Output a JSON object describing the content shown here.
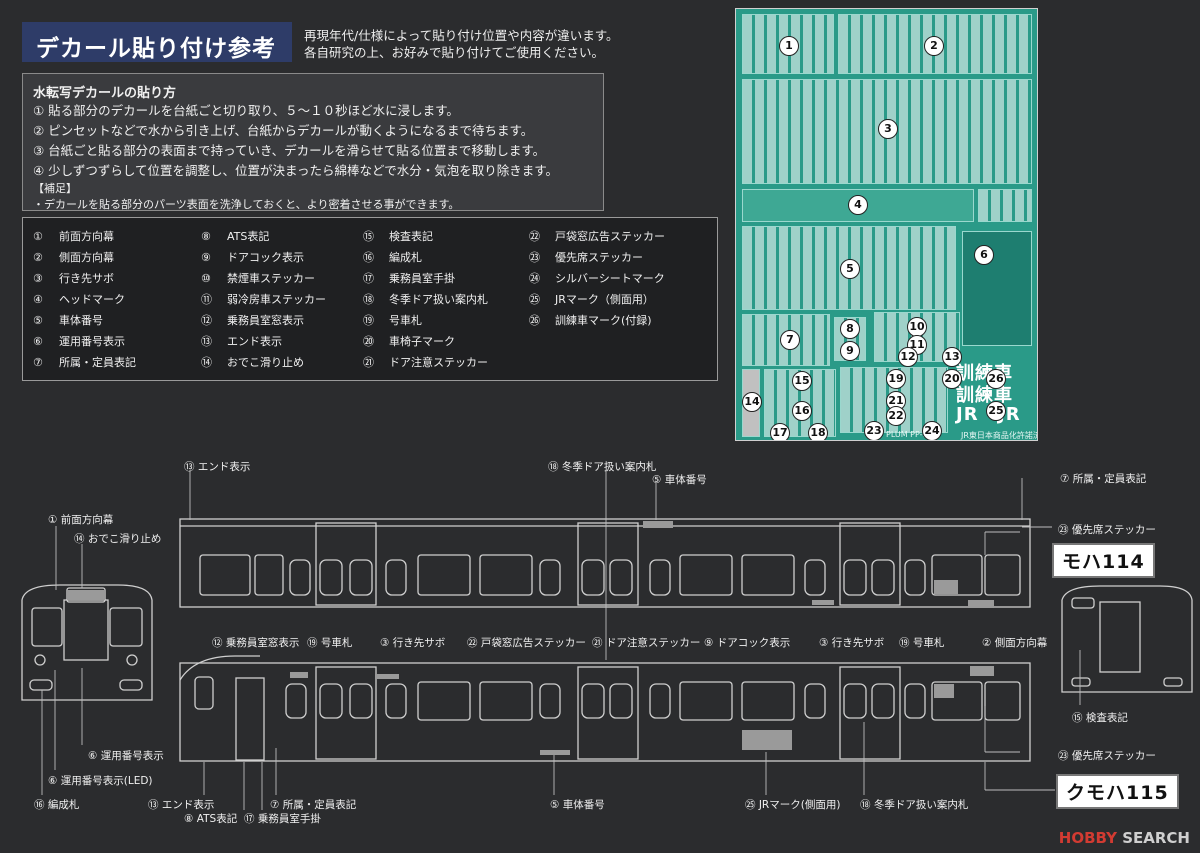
{
  "header": {
    "title": "デカール貼り付け参考",
    "note_line1": "再現年代/仕様によって貼り付け位置や内容が違います。",
    "note_line2": "各自研究の上、お好みで貼り付けてご使用ください。"
  },
  "instructions": {
    "heading": "水転写デカールの貼り方",
    "steps": [
      "① 貼る部分のデカールを台紙ごと切り取り、５～１０秒ほど水に浸します。",
      "② ピンセットなどで水から引き上げ、台紙からデカールが動くようになるまで待ちます。",
      "③ 台紙ごと貼る部分の表面まで持っていき、デカールを滑らせて貼る位置まで移動します。",
      "④ 少しずつずらして位置を調整し、位置が決まったら綿棒などで水分・気泡を取り除きます。"
    ],
    "supplement_label": "【補足】",
    "supplement": "・デカールを貼る部分のパーツ表面を洗浄しておくと、より密着させる事ができます。"
  },
  "legend": [
    {
      "num": "①",
      "label": "前面方向幕"
    },
    {
      "num": "②",
      "label": "側面方向幕"
    },
    {
      "num": "③",
      "label": "行き先サボ"
    },
    {
      "num": "④",
      "label": "ヘッドマーク"
    },
    {
      "num": "⑤",
      "label": "車体番号"
    },
    {
      "num": "⑥",
      "label": "運用番号表示"
    },
    {
      "num": "⑦",
      "label": "所属・定員表記"
    },
    {
      "num": "⑧",
      "label": "ATS表記"
    },
    {
      "num": "⑨",
      "label": "ドアコック表示"
    },
    {
      "num": "⑩",
      "label": "禁煙車ステッカー"
    },
    {
      "num": "⑪",
      "label": "弱冷房車ステッカー"
    },
    {
      "num": "⑫",
      "label": "乗務員室窓表示"
    },
    {
      "num": "⑬",
      "label": "エンド表示"
    },
    {
      "num": "⑭",
      "label": "おでこ滑り止め"
    },
    {
      "num": "⑮",
      "label": "検査表記"
    },
    {
      "num": "⑯",
      "label": "編成札"
    },
    {
      "num": "⑰",
      "label": "乗務員室手掛"
    },
    {
      "num": "⑱",
      "label": "冬季ドア扱い案内札"
    },
    {
      "num": "⑲",
      "label": "号車札"
    },
    {
      "num": "⑳",
      "label": "車椅子マーク"
    },
    {
      "num": "㉑",
      "label": "ドア注意ステッカー"
    },
    {
      "num": "㉒",
      "label": "戸袋窓広告ステッカー"
    },
    {
      "num": "㉓",
      "label": "優先席ステッカー"
    },
    {
      "num": "㉔",
      "label": "シルバーシートマーク"
    },
    {
      "num": "㉕",
      "label": "JRマーク（側面用）"
    },
    {
      "num": "㉖",
      "label": "訓練車マーク(付録)"
    }
  ],
  "decal_sheet": {
    "circles": [
      "1",
      "2",
      "3",
      "4",
      "5",
      "6",
      "7",
      "8",
      "9",
      "10",
      "11",
      "12",
      "13",
      "14",
      "15",
      "16",
      "17",
      "18",
      "19",
      "20",
      "21",
      "22",
      "23",
      "24",
      "25",
      "26"
    ],
    "kunren_text": "訓練車",
    "jr_text": "JR",
    "footer_left": "PLUM PP-106",
    "footer_right": "JR東日本商品化許諾済"
  },
  "diagram": {
    "model_upper": "モハ114",
    "model_lower": "クモハ115",
    "labels": {
      "end_top": "⑬ エンド表示",
      "winter_top": "⑱ 冬季ドア扱い案内札",
      "car_number_top": "⑤ 車体番号",
      "affiliation_top": "⑦ 所属・定員表記",
      "priority_top": "㉓ 優先席ステッカー",
      "front_dest": "① 前面方向幕",
      "odeko": "⑭ おでこ滑り止め",
      "crew_window": "⑫ 乗務員室窓表示",
      "car_no_plate_a": "⑲ 号車札",
      "dest_sabo_a": "③ 行き先サボ",
      "ad_sticker": "㉒ 戸袋窓広告ステッカー",
      "door_caution": "㉑ ドア注意ステッカー",
      "door_cock": "⑨ ドアコック表示",
      "dest_sabo_b": "③ 行き先サボ",
      "car_no_plate_b": "⑲ 号車札",
      "side_dest": "② 側面方向幕",
      "inspection": "⑮ 検査表記",
      "op_number": "⑥ 運用番号表示",
      "op_number_led": "⑥ 運用番号表示(LED)",
      "formation": "⑯ 編成札",
      "end_bottom": "⑬ エンド表示",
      "ats": "⑧ ATS表記",
      "crew_handle": "⑰ 乗務員室手掛",
      "affiliation_bottom": "⑦ 所属・定員表記",
      "car_number_bottom": "⑤ 車体番号",
      "jr_mark": "㉕ JRマーク(側面用)",
      "winter_bottom": "⑱ 冬季ドア扱い案内札",
      "priority_bottom": "㉓ 優先席ステッカー"
    }
  },
  "watermark": {
    "hobby": "HOBBY",
    "search": "SEARCH"
  }
}
